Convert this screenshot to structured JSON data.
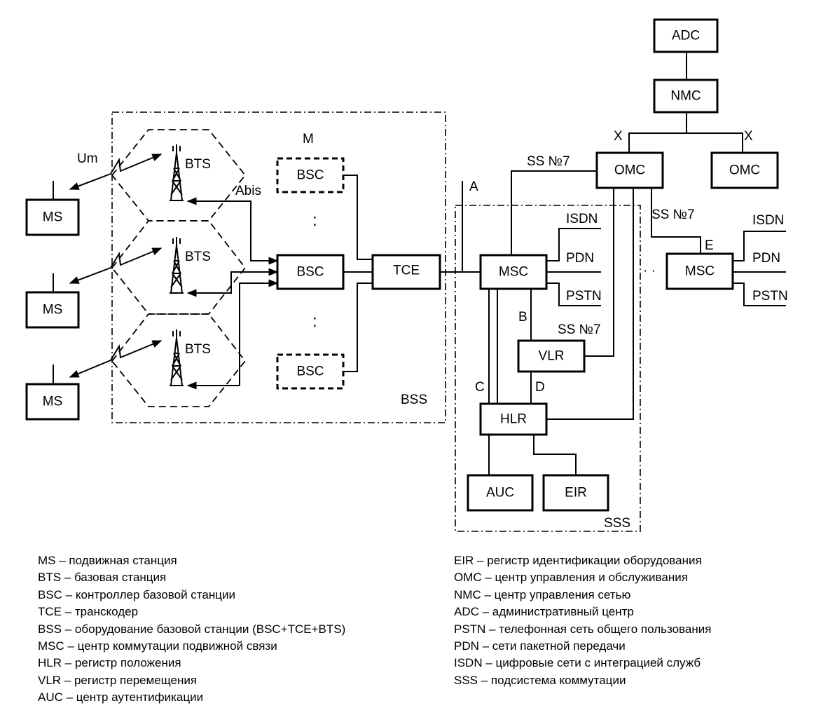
{
  "nodes": {
    "adc": "ADC",
    "nmc": "NMC",
    "omc1": "OMC",
    "omc2": "OMC",
    "ms1": "MS",
    "ms2": "MS",
    "ms3": "MS",
    "bts1": "BTS",
    "bts2": "BTS",
    "bts3": "BTS",
    "bsc_top": "BSC",
    "bsc_main": "BSC",
    "bsc_bottom": "BSC",
    "tce": "TCE",
    "msc1": "MSC",
    "msc2": "MSC",
    "vlr": "VLR",
    "hlr": "HLR",
    "auc": "AUC",
    "eir": "EIR"
  },
  "labels": {
    "um": "Um",
    "abis": "Abis",
    "m": "M",
    "a": "A",
    "b": "B",
    "c": "C",
    "d": "D",
    "e": "E",
    "x_left": "X",
    "x_right": "X",
    "ss7_msc": "SS №7",
    "ss7_omc": "SS №7",
    "ss7_vlr": "SS №7",
    "isdn1": "ISDN",
    "pdn1": "PDN",
    "pstn1": "PSTN",
    "isdn2": "ISDN",
    "pdn2": "PDN",
    "pstn2": "PSTN",
    "bss": "BSS",
    "sss": "SSS",
    "dots_v1": ":",
    "dots_v2": ":",
    "dots_h": "· ·"
  },
  "legend_left": [
    "MS – подвижная станция",
    "BTS – базовая станция",
    "BSC – контроллер базовой станции",
    "TCE – транскодер",
    "BSS – оборудование базовой станции (BSC+TCE+BTS)",
    "MSC – центр коммутации подвижной связи",
    "HLR – регистр положения",
    "VLR – регистр перемещения",
    "AUC – центр аутентификации"
  ],
  "legend_right": [
    "EIR – регистр идентификации оборудования",
    "OMC – центр управления и обслуживания",
    "NMC – центр управления сетью",
    "ADC – административный центр",
    "PSTN – телефонная сеть общего пользования",
    "PDN – сети пакетной передачи",
    "ISDN – цифровые сети с интеграцией служб",
    "SSS – подсистема коммутации"
  ]
}
